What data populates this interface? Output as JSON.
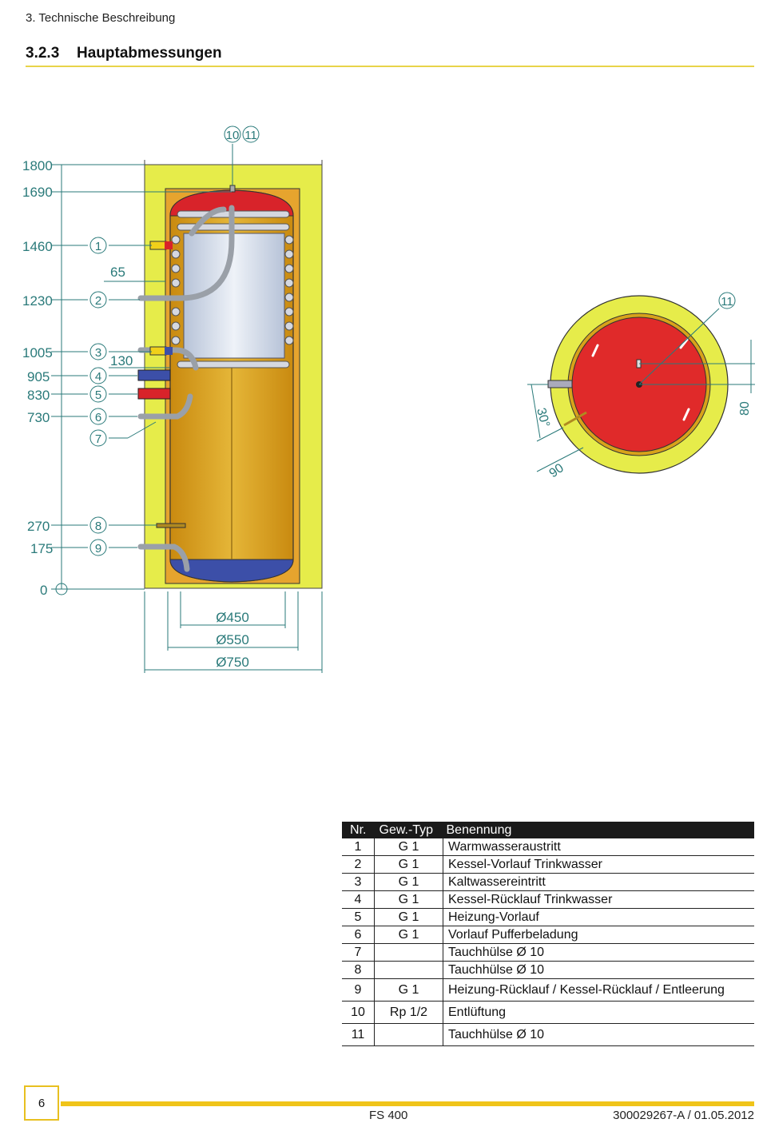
{
  "header": {
    "running_title": "3. Technische Beschreibung",
    "section_number": "3.2.3",
    "section_title": "Hauptabmessungen"
  },
  "drawing": {
    "top_callouts": [
      "10",
      "11"
    ],
    "height_labels": [
      "1800",
      "1690",
      "1460",
      "1230",
      "1005",
      "905",
      "830",
      "730",
      "270",
      "175",
      "0"
    ],
    "side_dims": [
      "65",
      "130"
    ],
    "connection_callouts": [
      "1",
      "2",
      "3",
      "4",
      "5",
      "6",
      "7",
      "8",
      "9"
    ],
    "diameters": [
      "Ø450",
      "Ø550",
      "Ø750"
    ],
    "top_view": {
      "callout": "11",
      "angle": "30°",
      "dim_90": "90",
      "dim_80": "80"
    }
  },
  "table": {
    "headers": [
      "Nr.",
      "Gew.-Typ",
      "Benennung"
    ],
    "rows": [
      [
        "1",
        "G 1",
        "Warmwasseraustritt"
      ],
      [
        "2",
        "G 1",
        "Kessel-Vorlauf Trinkwasser"
      ],
      [
        "3",
        "G 1",
        "Kaltwassereintritt"
      ],
      [
        "4",
        "G 1",
        "Kessel-Rücklauf Trinkwasser"
      ],
      [
        "5",
        "G 1",
        "Heizung-Vorlauf"
      ],
      [
        "6",
        "G 1",
        "Vorlauf Pufferbeladung"
      ],
      [
        "7",
        "",
        "Tauchhülse Ø 10"
      ],
      [
        "8",
        "",
        "Tauchhülse Ø 10"
      ],
      [
        "9",
        "G 1",
        "Heizung-Rücklauf / Kessel-Rücklauf / Entleerung"
      ],
      [
        "10",
        "Rp 1/2",
        "Entlüftung"
      ],
      [
        "11",
        "",
        "Tauchhülse Ø 10"
      ]
    ]
  },
  "footer": {
    "page_number": "6",
    "product": "FS 400",
    "doc_id": "300029267-A / 01.05.2012"
  },
  "colors": {
    "insulation": "#e6ec4a",
    "tank_body": "#d8a21a",
    "tank_top": "#d8232a",
    "tank_bottom": "#3c4fa8",
    "dimension_lines": "#2a7a7a",
    "accent_rule": "#f0c419"
  }
}
